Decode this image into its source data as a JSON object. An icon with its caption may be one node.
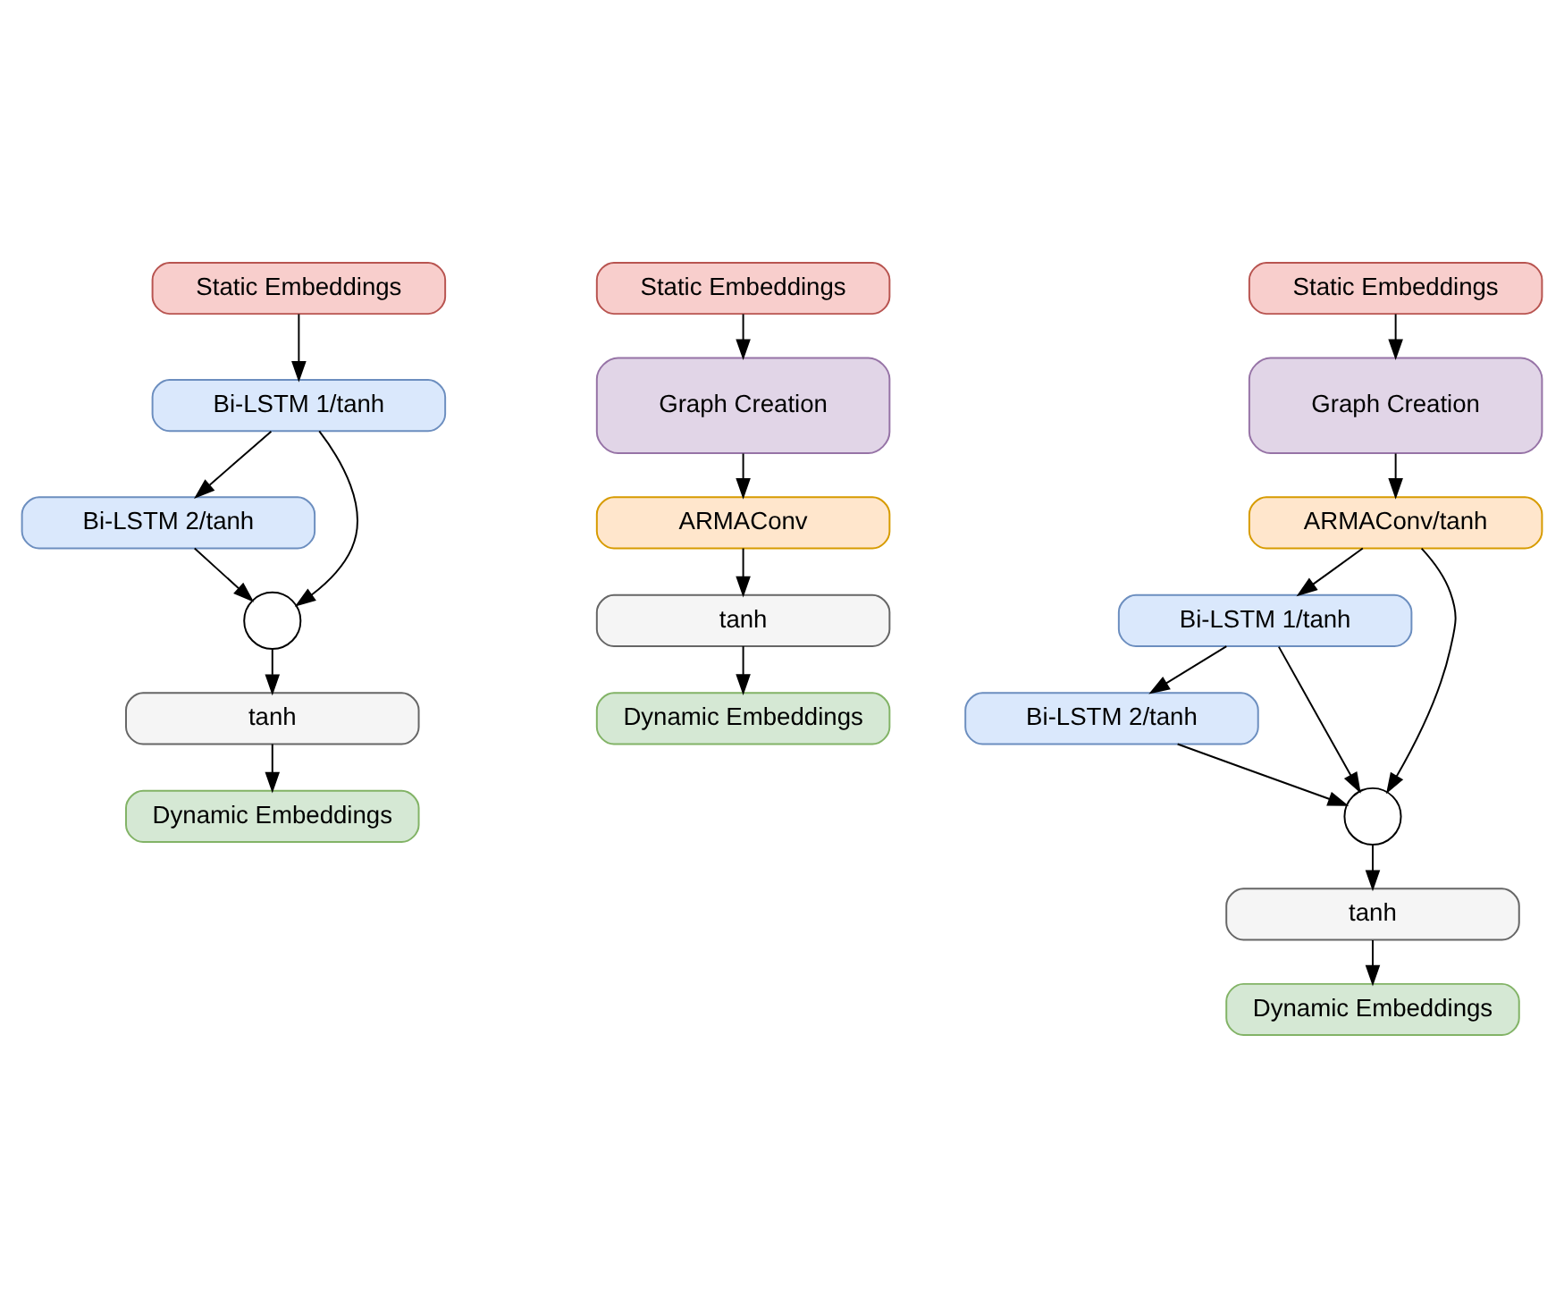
{
  "diagram": {
    "nodes": [
      {
        "text": [
          "Static Embeddings"
        ]
      },
      {
        "text": [
          "Bi-LSTM 1/tanh"
        ]
      },
      {
        "text": [
          "Bi-LSTM 2/tanh"
        ]
      },
      {
        "text": [],
        "shape": "circle"
      },
      {
        "text": [
          "tanh"
        ]
      },
      {
        "text": [
          "Dynamic Embeddings"
        ]
      },
      {
        "text": [
          "Static Embeddings"
        ]
      },
      {
        "text": [
          "Graph Creation"
        ]
      },
      {
        "text": [
          "ARMAConv"
        ]
      },
      {
        "text": [
          "tanh"
        ]
      },
      {
        "text": [
          "Dynamic Embeddings"
        ]
      },
      {
        "text": [
          "Static Embeddings"
        ]
      },
      {
        "text": [
          "Graph Creation"
        ]
      },
      {
        "text": [
          "ARMAConv/tanh"
        ]
      },
      {
        "text": [
          "Bi-LSTM 1/tanh"
        ]
      },
      {
        "text": [
          "Bi-LSTM 2/tanh"
        ]
      },
      {
        "text": [],
        "shape": "circle"
      },
      {
        "text": [
          "tanh"
        ]
      },
      {
        "text": [
          "Dynamic Embeddings"
        ]
      }
    ],
    "edges": [
      {
        "from": 0,
        "to": 1,
        "arrow": "to"
      },
      {
        "from": 1,
        "to": 2,
        "arrow": "to"
      },
      {
        "from": 1,
        "to": 3,
        "arrow": "to"
      },
      {
        "from": 2,
        "to": 3,
        "arrow": "to"
      },
      {
        "from": 3,
        "to": 4,
        "arrow": "to"
      },
      {
        "from": 4,
        "to": 5,
        "arrow": "to"
      },
      {
        "from": 6,
        "to": 7,
        "arrow": "to"
      },
      {
        "from": 7,
        "to": 8,
        "arrow": "to"
      },
      {
        "from": 8,
        "to": 9,
        "arrow": "to"
      },
      {
        "from": 9,
        "to": 10,
        "arrow": "to"
      },
      {
        "from": 11,
        "to": 12,
        "arrow": "to"
      },
      {
        "from": 12,
        "to": 13,
        "arrow": "to"
      },
      {
        "from": 13,
        "to": 14,
        "arrow": "to"
      },
      {
        "from": 13,
        "to": 16,
        "arrow": "to"
      },
      {
        "from": 14,
        "to": 15,
        "arrow": "to"
      },
      {
        "from": 14,
        "to": 16,
        "arrow": "to"
      },
      {
        "from": 15,
        "to": 16,
        "arrow": "to"
      },
      {
        "from": 16,
        "to": 17,
        "arrow": "to"
      },
      {
        "from": 17,
        "to": 18,
        "arrow": "to"
      }
    ]
  }
}
